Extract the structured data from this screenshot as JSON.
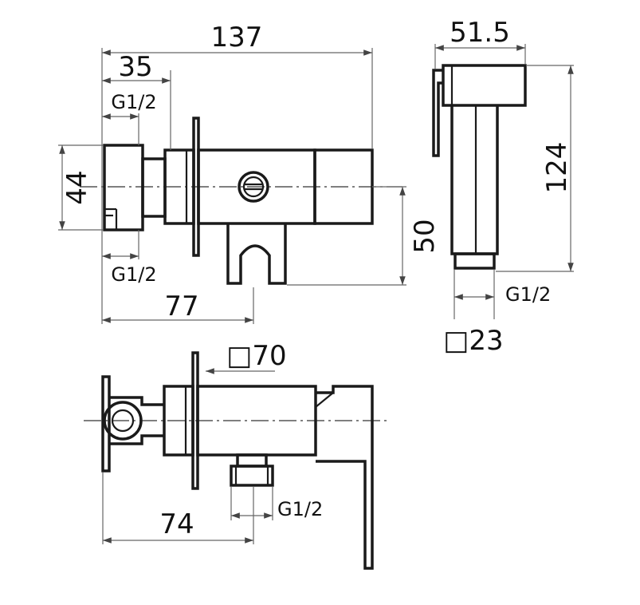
{
  "dimensions": {
    "d137": "137",
    "d35": "35",
    "g12_top": "G1/2",
    "d44": "44",
    "g12_mid": "G1/2",
    "d77": "77",
    "d50": "50",
    "d51_5": "51.5",
    "d124": "124",
    "g12_hose": "G1/2",
    "sq23": "□23",
    "sq70": "□70",
    "d74": "74",
    "g12_bottom": "G1/2"
  },
  "colors": {
    "line": "#1a1a1a",
    "dimension": "#666666",
    "background": "#ffffff"
  }
}
